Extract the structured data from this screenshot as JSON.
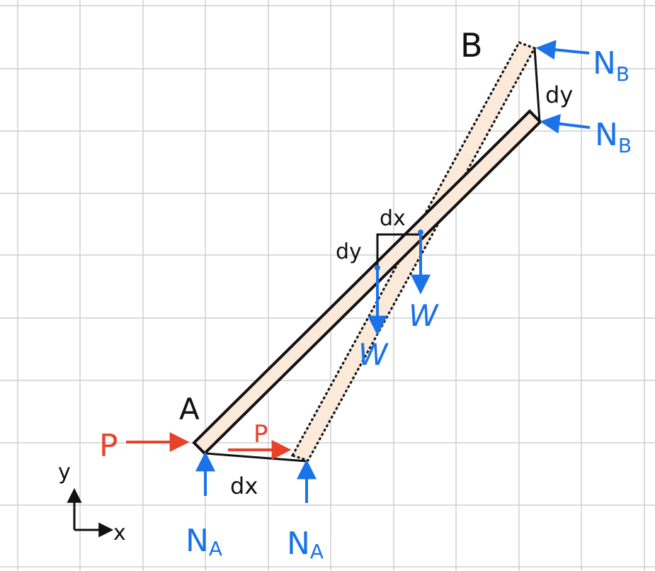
{
  "colors": {
    "grid": "#cfcfcf",
    "ink": "#111111",
    "force_blue": "#1a73e8",
    "force_red": "#e8412c",
    "bar_fill": "#fbe9d9"
  },
  "labels": {
    "point_a": "A",
    "point_b": "B",
    "force_p_applied": "P",
    "force_p_displaced": "P",
    "normal_a_original": "N",
    "normal_a_original_sub": "A",
    "normal_a_displaced": "N",
    "normal_a_displaced_sub": "A",
    "normal_b_displaced": "N",
    "normal_b_displaced_sub": "B",
    "normal_b_original": "N",
    "normal_b_original_sub": "B",
    "weight_displaced": "W",
    "weight_original": "W",
    "virtual_dx_bottom": "dx",
    "virtual_dy_right": "dy",
    "virtual_dx_center": "dx",
    "virtual_dy_center": "dy",
    "axis_y": "y",
    "axis_x": "x"
  }
}
